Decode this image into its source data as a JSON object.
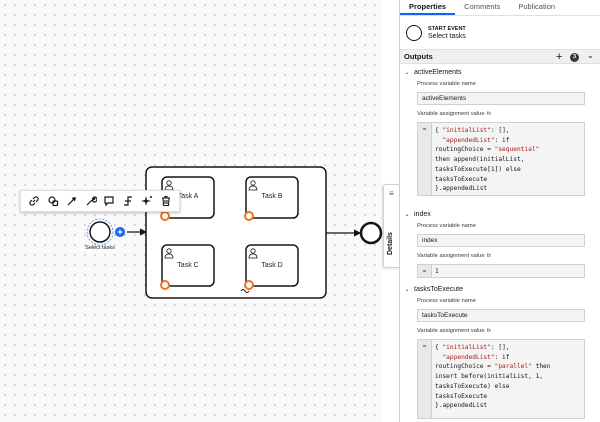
{
  "diagram": {
    "start_label": "Select tasks",
    "tasks": [
      {
        "label": "Task A"
      },
      {
        "label": "Task B"
      },
      {
        "label": "Task C"
      },
      {
        "label": "Task D"
      }
    ]
  },
  "context_pad": {
    "icons": [
      "link-icon",
      "replace-icon",
      "arrow-icon",
      "wrench-icon",
      "comment-icon",
      "gateway-icon",
      "ai-sparkle-icon",
      "trash-icon"
    ]
  },
  "details_tab": {
    "label": "Details"
  },
  "panel": {
    "tabs": [
      {
        "label": "Properties",
        "active": true
      },
      {
        "label": "Comments",
        "active": false
      },
      {
        "label": "Publication",
        "active": false
      }
    ],
    "element": {
      "type": "START EVENT",
      "name": "Select tasks"
    },
    "outputs": {
      "title": "Outputs",
      "add": "+",
      "count": "3",
      "entries": [
        {
          "name": "activeElements",
          "var_label": "Process variable name",
          "var_value": "activeElements",
          "assign_label": "Variable assignment value",
          "fx": "fx",
          "eq": "=",
          "code": [
            "{ \"initialList\": [],",
            "  \"appendedList\": if",
            "routingChoice = \"sequential\"",
            "then append(initialList,",
            "tasksToExecute[1]) else",
            "tasksToExecute",
            "}.appendedList"
          ]
        },
        {
          "name": "index",
          "var_label": "Process variable name",
          "var_value": "index",
          "assign_label": "Variable assignment value",
          "fx": "fx",
          "eq": "=",
          "code": [
            "1"
          ]
        },
        {
          "name": "tasksToExecute",
          "var_label": "Process variable name",
          "var_value": "tasksToExecute",
          "assign_label": "Variable assignment value",
          "fx": "fx",
          "eq": "=",
          "code": [
            "{ \"initialList\": [],",
            "  \"appendedList\": if",
            "routingChoice = \"parallel\" then",
            "insert before(initialList, 1,",
            "tasksToExecute) else",
            "tasksToExecute",
            "}.appendedList"
          ]
        }
      ]
    }
  },
  "colors": {
    "accent": "#0f62fe",
    "marker": "#f1731f",
    "string": "#a11d1d"
  }
}
